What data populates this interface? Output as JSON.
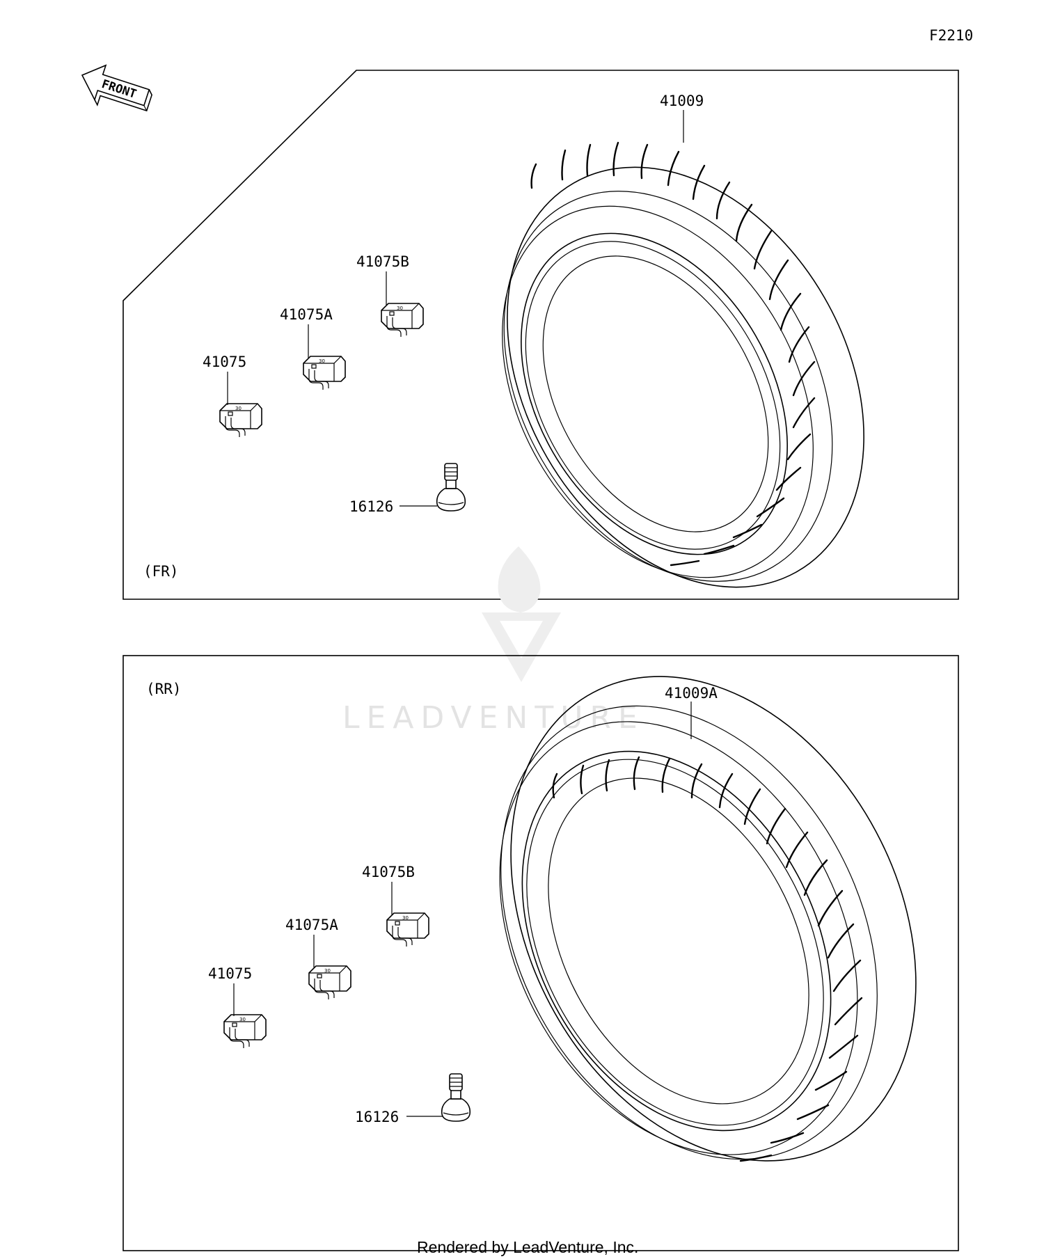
{
  "sheet_code": "F2210",
  "front_arrow": {
    "label": "FRONT"
  },
  "panels": [
    {
      "section_label": "(FR)",
      "parts": {
        "tire": "41009",
        "weight_b": "41075B",
        "weight_a": "41075A",
        "weight": "41075",
        "valve": "16126"
      }
    },
    {
      "section_label": "(RR)",
      "parts": {
        "tire": "41009A",
        "weight_b": "41075B",
        "weight_a": "41075A",
        "weight": "41075",
        "valve": "16126"
      }
    }
  ],
  "watermark": {
    "text": "LEADVENTURE"
  },
  "footer": "Rendered by LeadVenture, Inc."
}
